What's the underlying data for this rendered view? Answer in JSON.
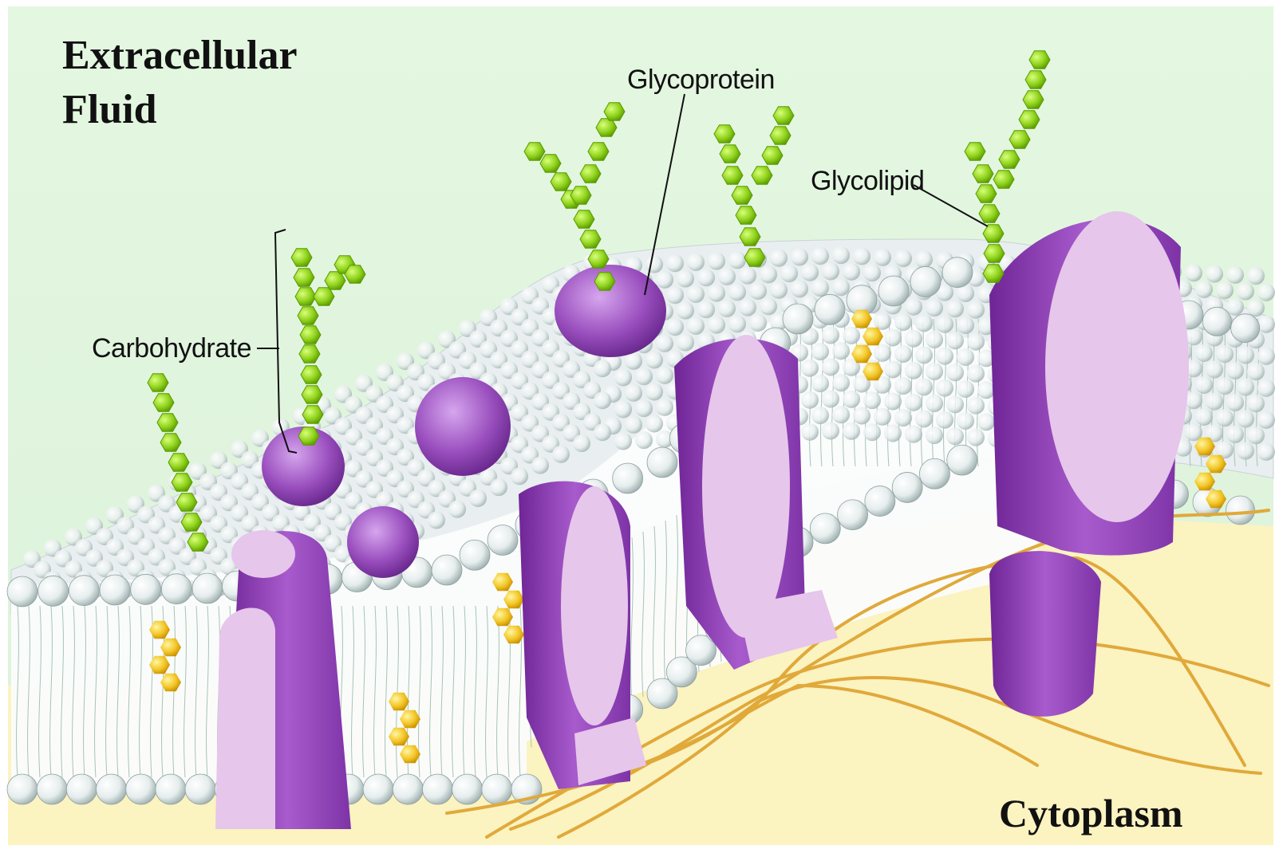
{
  "regions": {
    "extracellular": {
      "line1": "Extracellular",
      "line2": "Fluid"
    },
    "cytoplasm": {
      "label": "Cytoplasm"
    }
  },
  "labels": {
    "glycoprotein": "Glycoprotein",
    "glycolipid": "Glycolipid",
    "carbohydrate": "Carbohydrate"
  },
  "colors": {
    "extracellular_bg": "#e2f6df",
    "cytoplasm_bg": "#fbf3c0",
    "phospholipid_head": "#e6eded",
    "protein": "#9a4fbe",
    "protein_light": "#e6c6ea",
    "sugar_chain": "#8fd21c",
    "cholesterol": "#f2c526",
    "cytoskeleton": "#e0a93a"
  }
}
